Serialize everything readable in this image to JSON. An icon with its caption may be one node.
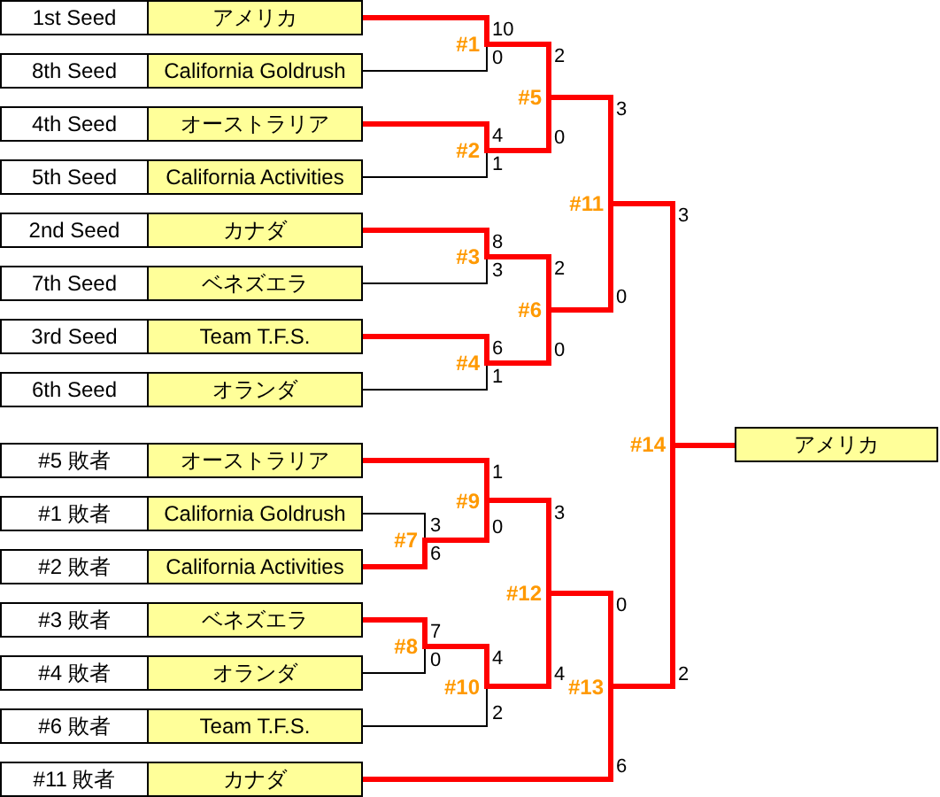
{
  "diagram": {
    "nodes": [
      {
        "text": [
          "1st Seed",
          "アメリカ"
        ]
      },
      {
        "text": [
          "8th Seed",
          "California Goldrush"
        ]
      },
      {
        "text": [
          "4th Seed",
          "オーストラリア"
        ]
      },
      {
        "text": [
          "5th Seed",
          "California Activities"
        ]
      },
      {
        "text": [
          "2nd Seed",
          "カナダ"
        ]
      },
      {
        "text": [
          "7th Seed",
          "ベネズエラ"
        ]
      },
      {
        "text": [
          "3rd Seed",
          "Team T.F.S."
        ]
      },
      {
        "text": [
          "6th Seed",
          "オランダ"
        ]
      },
      {
        "text": [
          "#5 敗者",
          "オーストラリア"
        ]
      },
      {
        "text": [
          "#1 敗者",
          "California Goldrush"
        ]
      },
      {
        "text": [
          "#2 敗者",
          "California Activities"
        ]
      },
      {
        "text": [
          "#3 敗者",
          "ベネズエラ"
        ]
      },
      {
        "text": [
          "#4 敗者",
          "オランダ"
        ]
      },
      {
        "text": [
          "#6 敗者",
          "Team T.F.S."
        ]
      },
      {
        "text": [
          "#11 敗者",
          "カナダ"
        ]
      },
      {
        "text": [
          "アメリカ"
        ]
      },
      {
        "text": [
          "#1"
        ]
      },
      {
        "text": [
          "#2"
        ]
      },
      {
        "text": [
          "#3"
        ]
      },
      {
        "text": [
          "#4"
        ]
      },
      {
        "text": [
          "#5"
        ]
      },
      {
        "text": [
          "#6"
        ]
      },
      {
        "text": [
          "#7"
        ]
      },
      {
        "text": [
          "#8"
        ]
      },
      {
        "text": [
          "#9"
        ]
      },
      {
        "text": [
          "#10"
        ]
      },
      {
        "text": [
          "#11"
        ]
      },
      {
        "text": [
          "#12"
        ]
      },
      {
        "text": [
          "#13"
        ]
      },
      {
        "text": [
          "#14"
        ]
      }
    ],
    "edges": [
      {
        "from": 0,
        "to": 16,
        "arrow": "none",
        "label": "10"
      },
      {
        "from": 1,
        "to": 16,
        "arrow": "none",
        "label": "0",
        "color": "#000000"
      },
      {
        "from": 2,
        "to": 17,
        "arrow": "none",
        "label": "4"
      },
      {
        "from": 3,
        "to": 17,
        "arrow": "none",
        "label": "1",
        "color": "#000000"
      },
      {
        "from": 4,
        "to": 18,
        "arrow": "none",
        "label": "8"
      },
      {
        "from": 5,
        "to": 18,
        "arrow": "none",
        "label": "3",
        "color": "#000000"
      },
      {
        "from": 6,
        "to": 19,
        "arrow": "none",
        "label": "6"
      },
      {
        "from": 7,
        "to": 19,
        "arrow": "none",
        "label": "1",
        "color": "#000000"
      },
      {
        "from": 16,
        "to": 20,
        "arrow": "none",
        "label": "2"
      },
      {
        "from": 17,
        "to": 20,
        "arrow": "none",
        "label": "0"
      },
      {
        "from": 18,
        "to": 21,
        "arrow": "none",
        "label": "2"
      },
      {
        "from": 19,
        "to": 21,
        "arrow": "none",
        "label": "0"
      },
      {
        "from": 20,
        "to": 26,
        "arrow": "none",
        "label": "3"
      },
      {
        "from": 21,
        "to": 26,
        "arrow": "none",
        "label": "0"
      },
      {
        "from": 26,
        "to": 29,
        "arrow": "none",
        "label": "3"
      },
      {
        "from": 29,
        "to": 15,
        "arrow": "none"
      },
      {
        "from": 8,
        "to": 24,
        "arrow": "none",
        "label": "1"
      },
      {
        "from": 9,
        "to": 22,
        "arrow": "none",
        "label": "3",
        "color": "#000000"
      },
      {
        "from": 10,
        "to": 22,
        "arrow": "none",
        "label": "6"
      },
      {
        "from": 22,
        "to": 24,
        "arrow": "none",
        "label": "0"
      },
      {
        "from": 11,
        "to": 23,
        "arrow": "none",
        "label": "7"
      },
      {
        "from": 12,
        "to": 23,
        "arrow": "none",
        "label": "0",
        "color": "#000000"
      },
      {
        "from": 23,
        "to": 25,
        "arrow": "none",
        "label": "4"
      },
      {
        "from": 13,
        "to": 25,
        "arrow": "none",
        "label": "2",
        "color": "#000000"
      },
      {
        "from": 24,
        "to": 27,
        "arrow": "none",
        "label": "3"
      },
      {
        "from": 25,
        "to": 27,
        "arrow": "none",
        "label": "4"
      },
      {
        "from": 27,
        "to": 28,
        "arrow": "none",
        "label": "0"
      },
      {
        "from": 14,
        "to": 28,
        "arrow": "none",
        "label": "6"
      },
      {
        "from": 28,
        "to": 29,
        "arrow": "none",
        "label": "2"
      }
    ]
  }
}
